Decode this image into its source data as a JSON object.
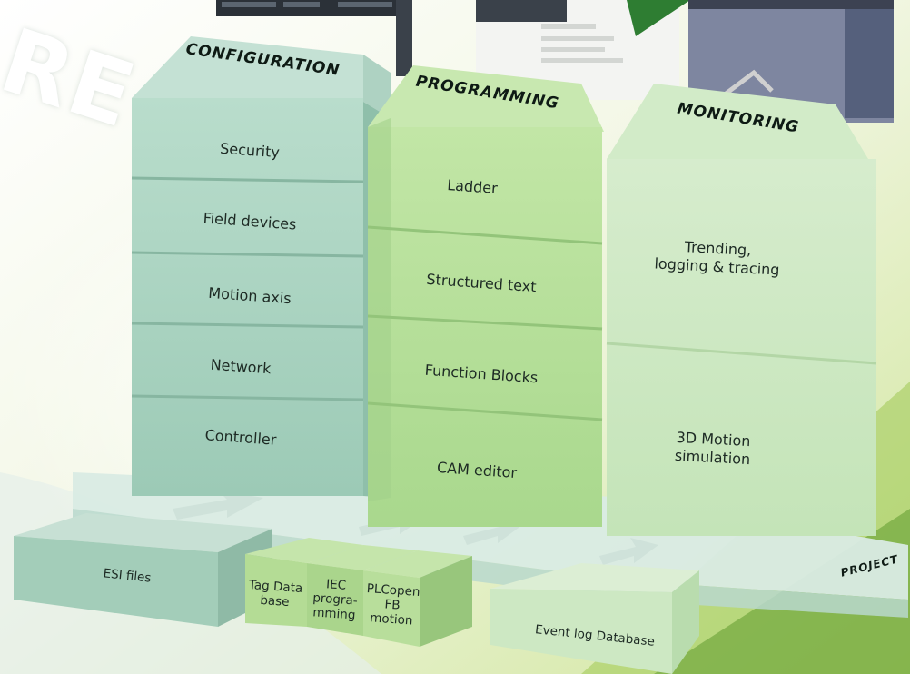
{
  "background_word": "RE",
  "columns": [
    {
      "title": "CONFIGURATION",
      "blocks": [
        "Security",
        "Field devices",
        "Motion axis",
        "Network",
        "Controller"
      ]
    },
    {
      "title": "PROGRAMMING",
      "blocks": [
        "Ladder",
        "Structured text",
        "Function Blocks",
        "CAM editor"
      ]
    },
    {
      "title": "MONITORING",
      "blocks": [
        "Trending,\nlogging & tracing",
        "3D Motion\nsimulation"
      ]
    }
  ],
  "base_label": "PROJECT",
  "foundation_blocks": [
    "ESI files",
    "Tag Data\nbase",
    "IEC\nprogra-\nmming",
    "PLCopen\nFB\nmotion",
    "Event log Database"
  ],
  "colors": {
    "config_front": "#a9d3c0",
    "config_side": "#8fbfaa",
    "programming_front": "#b6df98",
    "monitoring_front": "#cbe8c1",
    "platform": "#dcece6"
  }
}
